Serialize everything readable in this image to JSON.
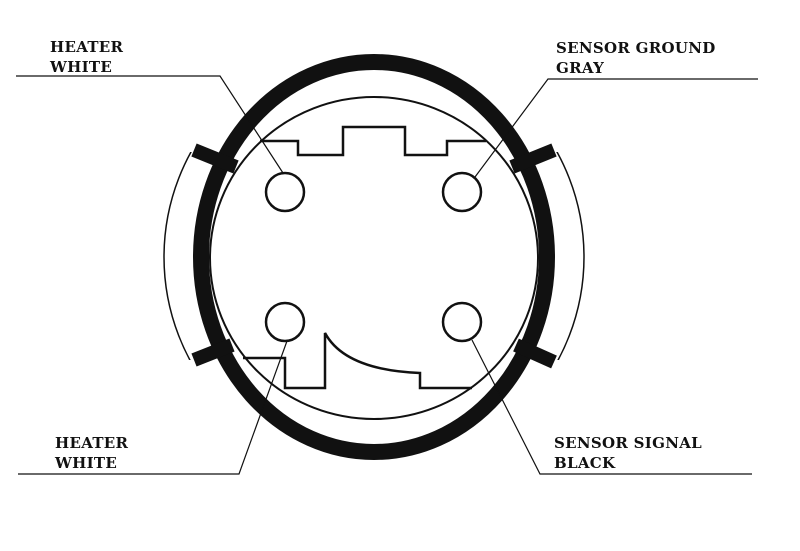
{
  "labels": {
    "top_left": {
      "line1": "HEATER",
      "line2": "WHITE"
    },
    "top_right": {
      "line1": "SENSOR GROUND",
      "line2": "GRAY"
    },
    "bottom_left": {
      "line1": "HEATER",
      "line2": "WHITE"
    },
    "bottom_right": {
      "line1": "SENSOR SIGNAL",
      "line2": "BLACK"
    }
  },
  "colors": {
    "ink": "#111111",
    "background": "#ffffff"
  }
}
